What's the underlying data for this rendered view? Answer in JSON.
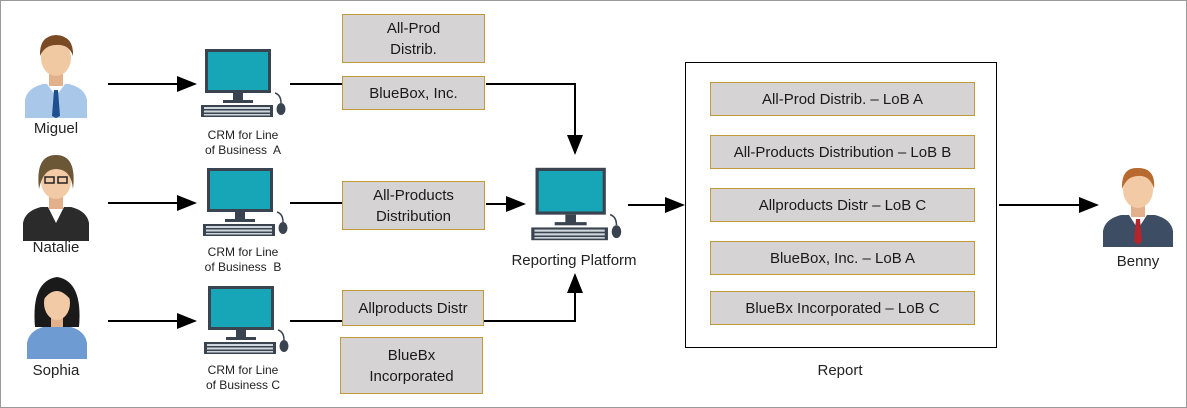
{
  "people": [
    {
      "name": "Miguel"
    },
    {
      "name": "Natalie"
    },
    {
      "name": "Sophia"
    }
  ],
  "crm_systems": [
    {
      "line1": "CRM for Line",
      "line2": "of Business  A"
    },
    {
      "line1": "CRM for Line",
      "line2": "of Business  B"
    },
    {
      "line1": "CRM for Line",
      "line2": "of Business C"
    }
  ],
  "source_records": [
    {
      "line1": "All-Prod",
      "line2": "Distrib."
    },
    {
      "line1": "BlueBox, Inc.",
      "line2": ""
    },
    {
      "line1": "All-Products",
      "line2": "Distribution"
    },
    {
      "line1": "Allproducts Distr",
      "line2": ""
    },
    {
      "line1": "BlueBx",
      "line2": "Incorporated"
    }
  ],
  "platform": {
    "label": "Reporting Platform"
  },
  "report": {
    "label": "Report",
    "rows": [
      "All-Prod Distrib. – LoB A",
      "All-Products Distribution – LoB B",
      "Allproducts Distr – LoB C",
      "BlueBox, Inc. – LoB A",
      "BlueBx Incorporated – LoB C"
    ]
  },
  "consumer": {
    "name": "Benny"
  },
  "colors": {
    "box_fill": "#d5d3d4",
    "box_border": "#c29b38",
    "monitor_screen": "#17a5b8",
    "monitor_frame": "#3a4450"
  },
  "icons": {
    "person": "person-icon",
    "computer": "desktop-computer-icon"
  }
}
